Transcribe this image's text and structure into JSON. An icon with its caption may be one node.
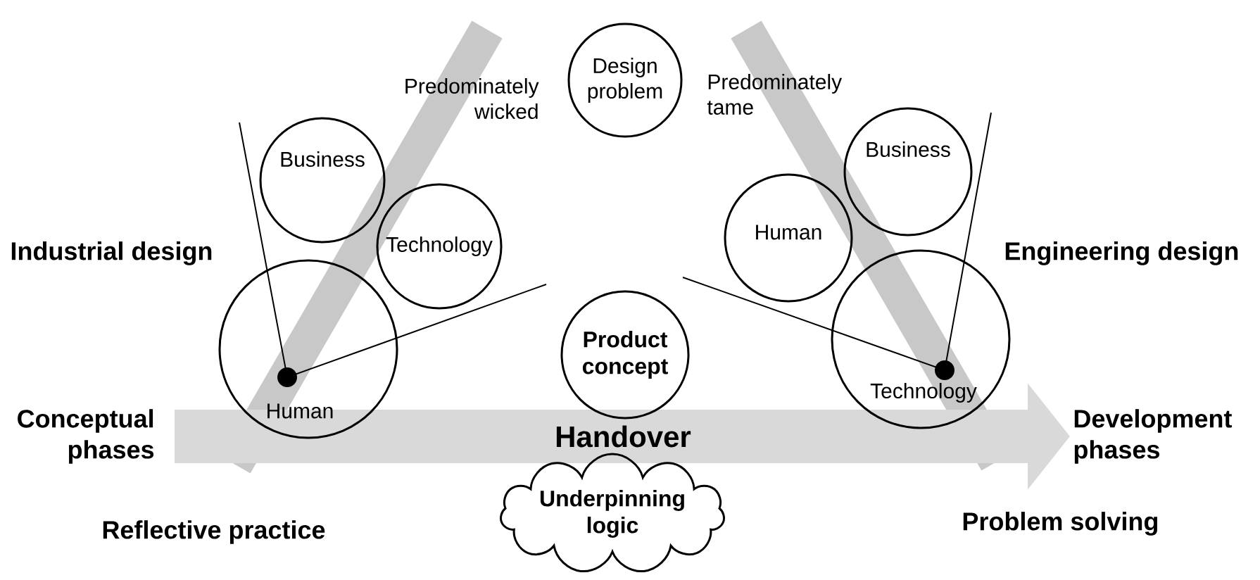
{
  "diagram": {
    "nodes": [
      {
        "text": [
          "Design problem"
        ]
      },
      {
        "text": [
          "Business"
        ]
      },
      {
        "text": [
          "Technology"
        ]
      },
      {
        "text": [
          "Human"
        ]
      },
      {
        "text": [
          "Product concept"
        ]
      },
      {
        "text": [
          "Human"
        ]
      },
      {
        "text": [
          "Business"
        ]
      },
      {
        "text": [
          "Technology"
        ]
      },
      {
        "text": [
          "Underpinning logic"
        ]
      },
      {
        "text": [
          "Conceptual phases"
        ]
      },
      {
        "text": [
          "Development phases"
        ]
      }
    ],
    "edges": [
      {
        "from": 9,
        "to": 10,
        "arrow": "to",
        "label": "Handover"
      }
    ],
    "labels": [
      "Predominately wicked",
      "Predominately tame",
      "Industrial design",
      "Engineering design",
      "Reflective practice",
      "Problem solving"
    ]
  }
}
